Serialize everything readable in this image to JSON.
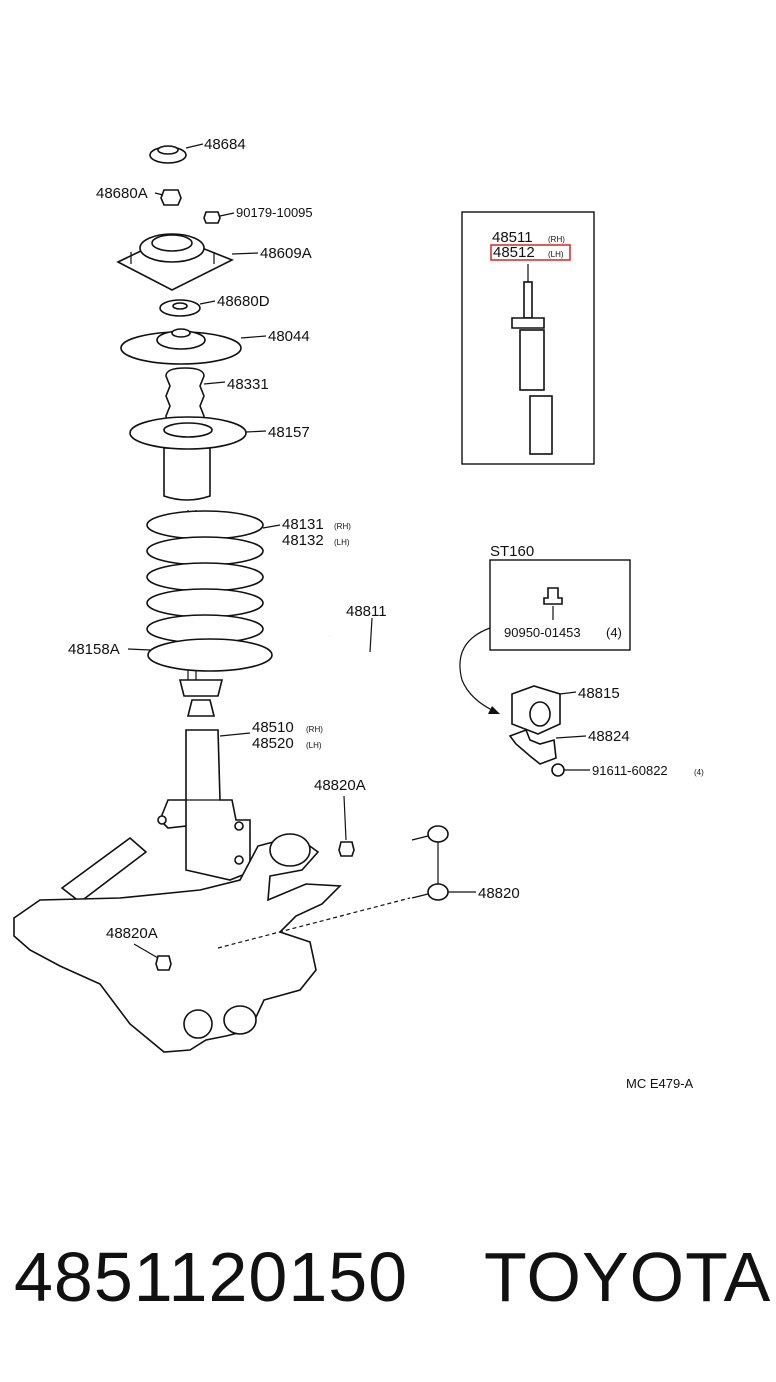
{
  "callouts": {
    "p48684": "48684",
    "p48680A": "48680A",
    "p90179": "90179-10095",
    "p48609A": "48609A",
    "p48680D": "48680D",
    "p48044": "48044",
    "p48331": "48331",
    "p48157": "48157",
    "p48131": "48131",
    "p48131_side": "(RH)",
    "p48132": "48132",
    "p48132_side": "(LH)",
    "p48158A": "48158A",
    "p48510": "48510",
    "p48510_side": "(RH)",
    "p48520": "48520",
    "p48520_side": "(LH)",
    "p48820A_top": "48820A",
    "p48820A_left": "48820A",
    "p48811": "48811",
    "p48815": "48815",
    "p48824": "48824",
    "p91611": "91611-60822",
    "p91611_qty": "(4)",
    "p48820": "48820"
  },
  "shock_inset": {
    "p48511": "48511",
    "p48511_side": "(RH)",
    "p48512": "48512",
    "p48512_side": "(LH)",
    "highlight_color": "#e03030"
  },
  "st_inset": {
    "title": "ST160",
    "part": "90950-01453",
    "qty": "(4)"
  },
  "diagram_code": "MC E479-A",
  "footer": {
    "part_number": "4851120150",
    "brand": "TOYOTA"
  }
}
